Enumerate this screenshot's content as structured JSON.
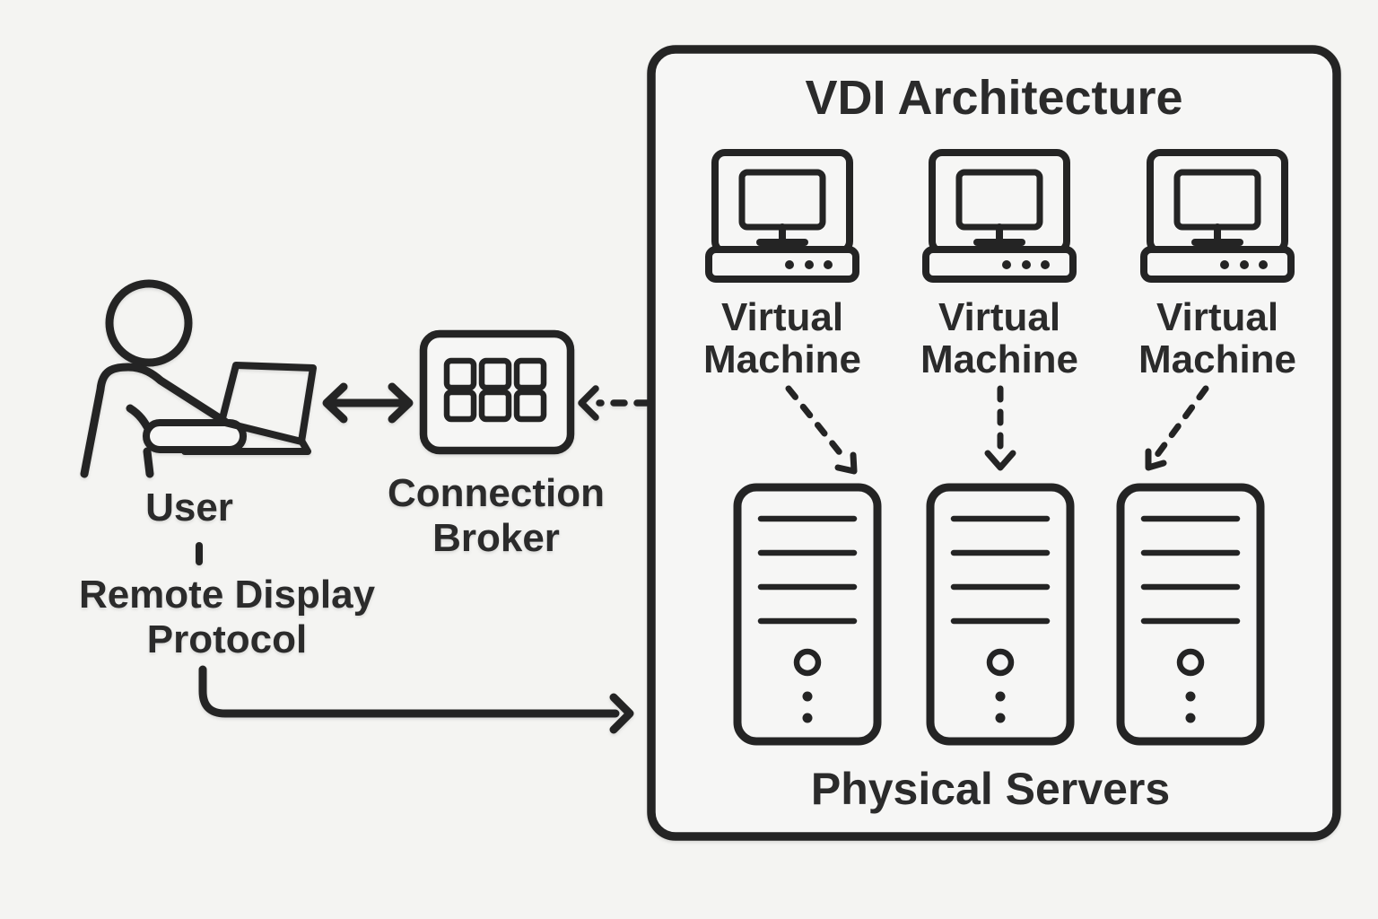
{
  "colors": {
    "background": "#f4f4f2",
    "panel_fill": "#f6f6f5",
    "outline": "#242424",
    "screen_blue": "#b7c6d8",
    "text": "#2b2b2b"
  },
  "vdi_box": {
    "title": "VDI Architecture",
    "footer_label": "Physical Servers"
  },
  "user": {
    "label": "User"
  },
  "remote_display_protocol": {
    "label_line1": "Remote Display",
    "label_line2": "Protocol"
  },
  "connection_broker": {
    "label_line1": "Connection",
    "label_line2": "Broker"
  },
  "virtual_machines": [
    {
      "label_line1": "Virtual",
      "label_line2": "Machine"
    },
    {
      "label_line1": "Virtual",
      "label_line2": "Machine"
    },
    {
      "label_line1": "Virtual",
      "label_line2": "Machine"
    }
  ],
  "icons": {
    "user": "user-icon",
    "laptop": "laptop-icon",
    "connection_broker": "connection-broker-grid-icon",
    "virtual_machine": "virtual-machine-icon",
    "physical_server": "physical-server-icon",
    "bidirectional_arrow": "bidirectional-arrow-icon",
    "dashed_arrow": "dashed-arrow-icon",
    "remote_display_protocol_arrow": "remote-display-protocol-arrow-icon"
  }
}
